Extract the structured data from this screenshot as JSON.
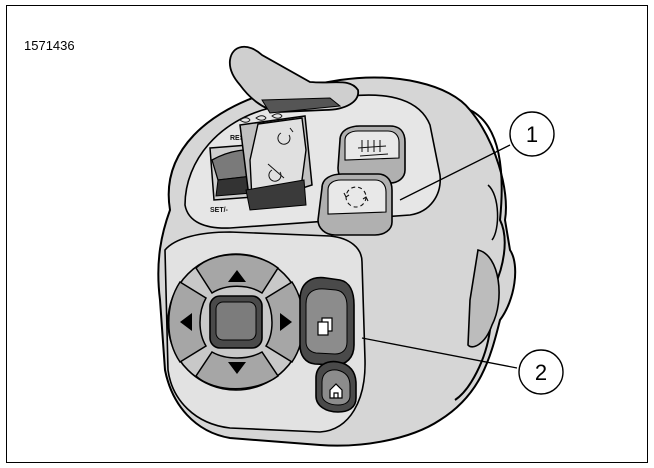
{
  "figure": {
    "id_text": "1571436",
    "callouts": [
      {
        "number": "1"
      },
      {
        "number": "2"
      }
    ],
    "switch_labels": {
      "resume": "RES/+",
      "set": "SET/-"
    }
  },
  "colors": {
    "line": "#000000",
    "body_fill": "#d0d0d0",
    "face_fill": "#e4e4e4",
    "button_fill": "#9a9a9a",
    "dark_fill": "#222222"
  },
  "icons": [
    "headlamp-icons",
    "cruise-icon",
    "cruise-off-icon",
    "heated-grip-icon",
    "rotate-icon",
    "arrow-up-icon",
    "arrow-down-icon",
    "arrow-left-icon",
    "arrow-right-icon",
    "screen-icon",
    "home-icon"
  ]
}
